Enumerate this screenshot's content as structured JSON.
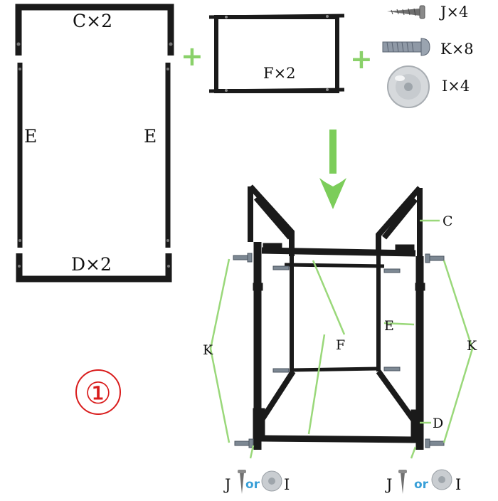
{
  "parts": {
    "frame_top": "C×2",
    "frame_side_left": "E",
    "frame_side_right": "E",
    "frame_bottom": "D×2",
    "crossbar": "F×2",
    "screw_j": "J×4",
    "screw_k": "K×8",
    "foot_i": "I×4"
  },
  "plus_signs": [
    "+",
    "+"
  ],
  "assembly_labels": {
    "c": "C",
    "e": "E",
    "d": "D",
    "f": "F",
    "k_left": "K",
    "k_right": "K"
  },
  "bottom_options": {
    "left": {
      "j": "J",
      "or": "or",
      "i": "I"
    },
    "right": {
      "j": "J",
      "or": "or",
      "i": "I"
    }
  },
  "step_number": "①",
  "colors": {
    "frame": "#1a1a1a",
    "plus": "#8ad16a",
    "arrow": "#7ccd5a",
    "leader": "#9ad87a",
    "step_number": "#d91c1c",
    "or_text": "#3aa0d8"
  }
}
